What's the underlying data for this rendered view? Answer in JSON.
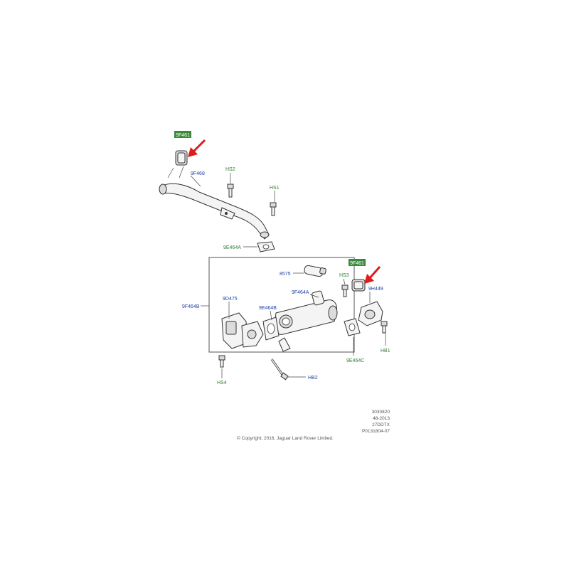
{
  "labels": {
    "top_highlight": "9F461",
    "pipe": "9F468",
    "hs2": "HS2",
    "hs1": "HS1",
    "gasket_top": "9E464A",
    "module": "9F464B",
    "sensor": "8575",
    "ecm": "9D475",
    "valve": "9F464A",
    "gasket_mid": "9E464B",
    "hs3": "HS3",
    "right_highlight": "9F461",
    "clip": "9H449",
    "hb1": "HB1",
    "gasket_right": "9E464C",
    "hs4": "HS4",
    "hb2": "HB2"
  },
  "reference": [
    "3030820",
    "48-2013",
    "27DDTX",
    "P0131804-07"
  ],
  "copyright": "© Copyright, 2016, Jaguar Land Rover Limited.",
  "colors": {
    "label_blue": "#1f3fa8",
    "label_green": "#2e7d32",
    "highlight_fill": "#3a8a3a",
    "arrow": "#e01b1b"
  }
}
